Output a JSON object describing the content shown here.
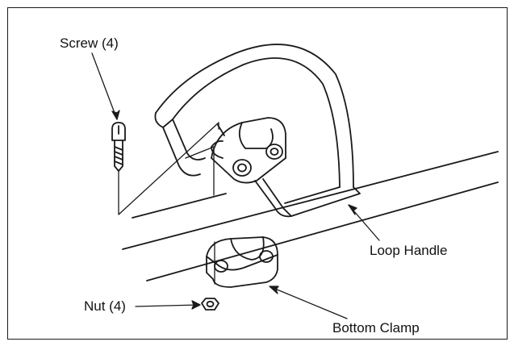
{
  "labels": {
    "screw": "Screw (4)",
    "loop_handle": "Loop Handle",
    "nut": "Nut (4)",
    "bottom_clamp": "Bottom Clamp"
  },
  "colors": {
    "line": "#1a1a1a",
    "background": "#ffffff"
  }
}
